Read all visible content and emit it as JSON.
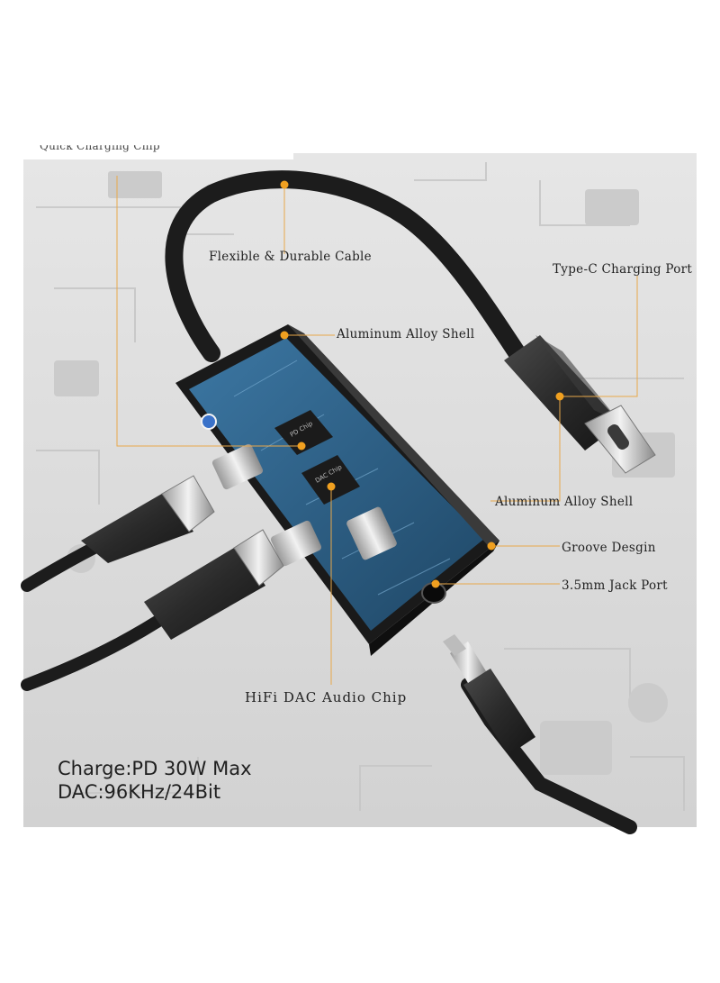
{
  "callouts": {
    "top_cut": "Quick Charging Chip",
    "cable": "Flexible & Durable Cable",
    "type_c_port": "Type-C Charging Port",
    "shell_top": "Aluminum Alloy Shell",
    "shell_right": "Aluminum Alloy Shell",
    "groove": "Groove Desgin",
    "jack": "3.5mm Jack Port",
    "dac_chip": "HiFi DAC Audio Chip"
  },
  "specs": {
    "charge": "Charge:PD 30W Max",
    "dac": "DAC:96KHz/24Bit"
  },
  "chip_labels": {
    "pd": "PD Chip",
    "dac": "DAC Chip"
  },
  "colors": {
    "callout_dot": "#f0a020",
    "callout_line": "#e8a84a",
    "pcb_blue": "#2e5f86",
    "shell": "#2a2a2a",
    "background_gray": "#d9d9d9"
  }
}
